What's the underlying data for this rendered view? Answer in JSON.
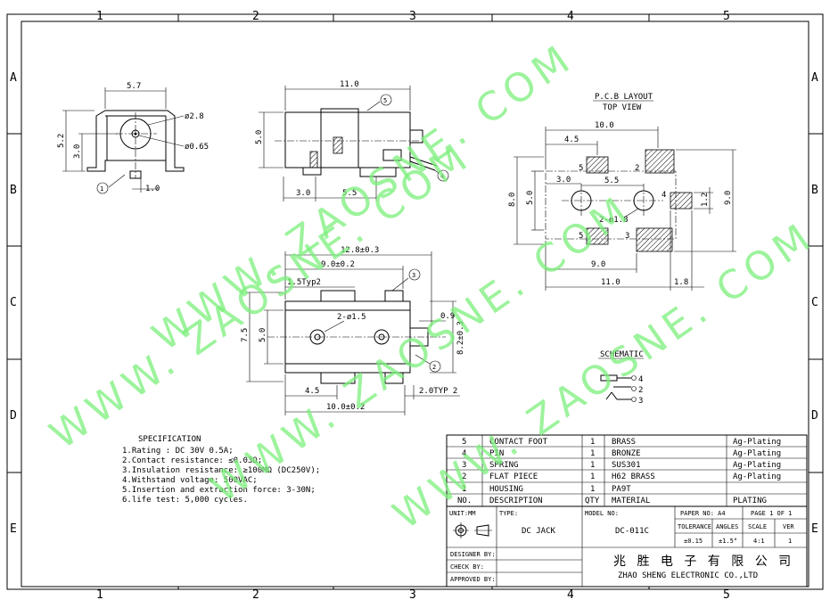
{
  "frame": {
    "col_labels": [
      "1",
      "2",
      "3",
      "4",
      "5"
    ],
    "row_labels": [
      "A",
      "B",
      "C",
      "D",
      "E"
    ]
  },
  "front_view": {
    "dim_width": "5.7",
    "dim_height": "5.2",
    "dim_center": "3.0",
    "dim_bore": "ø2.8",
    "dim_pin": "ø0.65",
    "dim_foot": "1.0",
    "callout": "1"
  },
  "side_view": {
    "dim_length": "11.0",
    "dim_height": "5.0",
    "dim_a": "3.0",
    "dim_b": "5.5",
    "callout_top": "5",
    "callout_right": "4"
  },
  "top_view": {
    "dim_length": "12.8±0.3",
    "dim_hole_span": "9.0±0.2",
    "dim_typ": "1.5Typ2",
    "dim_holes": "2-ø1.5",
    "dim_tab": "0.9",
    "dim_height": "7.5",
    "dim_inner": "5.0",
    "dim_width": "8.2±0.3",
    "dim_offset": "4.5",
    "dim_base": "10.0±0.2",
    "dim_typ2": "2.0TYP 2",
    "callout_3": "3",
    "callout_2": "2"
  },
  "pcb": {
    "title": "P.C.B LAYOUT",
    "subtitle": "TOP VIEW",
    "dim_top": "10.0",
    "dim_a": "4.5",
    "dim_b": "3.0",
    "dim_c": "5.5",
    "dim_holes": "2-ø1.8",
    "dim_h1": "8.0",
    "dim_h2": "5.0",
    "dim_h3": "9.0",
    "dim_small": "1.2",
    "dim_bottom1": "9.0",
    "dim_bottom2": "11.0",
    "dim_bottom3": "1.8",
    "pad_labels": [
      "5",
      "2",
      "4",
      "5",
      "3"
    ]
  },
  "schematic": {
    "title": "SCHEMATIC",
    "pins": [
      "4",
      "2",
      "3"
    ]
  },
  "specification": {
    "title": "SPECIFICATION",
    "lines": [
      "1.Rating : DC 30V 0.5A;",
      "2.Contact resistance: ≤0.03Ω;",
      "3.Insulation resistance: ≥100MΩ (DC250V);",
      "4.Withstand voltage: 500VAC;",
      "5.Insertion and extraction force: 3-30N;",
      "6.life test: 5,000 cycles."
    ]
  },
  "bom": {
    "rows": [
      {
        "no": "5",
        "desc": "CONTACT FOOT",
        "qty": "1",
        "material": "BRASS",
        "plating": "Ag-Plating"
      },
      {
        "no": "4",
        "desc": "PIN",
        "qty": "1",
        "material": "BRONZE",
        "plating": "Ag-Plating"
      },
      {
        "no": "3",
        "desc": "SPRING",
        "qty": "1",
        "material": "SUS301",
        "plating": "Ag-Plating"
      },
      {
        "no": "2",
        "desc": "FLAT PIECE",
        "qty": "1",
        "material": "H62 BRASS",
        "plating": "Ag-Plating"
      },
      {
        "no": "1",
        "desc": "HOUSING",
        "qty": "1",
        "material": "PA9T",
        "plating": ""
      }
    ],
    "header": {
      "no": "NO.",
      "desc": "DESCRIPTION",
      "qty": "QTY",
      "material": "MATERIAL",
      "plating": "PLATING"
    }
  },
  "title_block": {
    "unit": "UNIT:MM",
    "type_label": "TYPE:",
    "type_value": "DC  JACK",
    "model_label": "MODEL NO:",
    "model_value": "DC-011C",
    "paper": "PAPER NO: A4",
    "page": "PAGE 1 OF 1",
    "tol_label": "TOLERANCE",
    "tol_value": "±0.15",
    "ang_label": "ANGLES",
    "ang_value": "±1.5°",
    "scale_label": "SCALE",
    "scale_value": "4:1",
    "ver_label": "VER",
    "ver_value": "1",
    "designer": "DESIGNER BY:",
    "check": "CHECK   BY:",
    "approved": "APPROVED BY:",
    "company_cn": "兆 胜 电 子 有 限 公 司",
    "company_en": "ZHAO SHENG ELECTRONIC CO.,LTD"
  },
  "watermarks": [
    "WWW. ZAOSNE. COM",
    "WWW. ZAOSNE. COM",
    "WWW. ZAOSNE. COM",
    "WWW. ZAOSNE. COM"
  ]
}
